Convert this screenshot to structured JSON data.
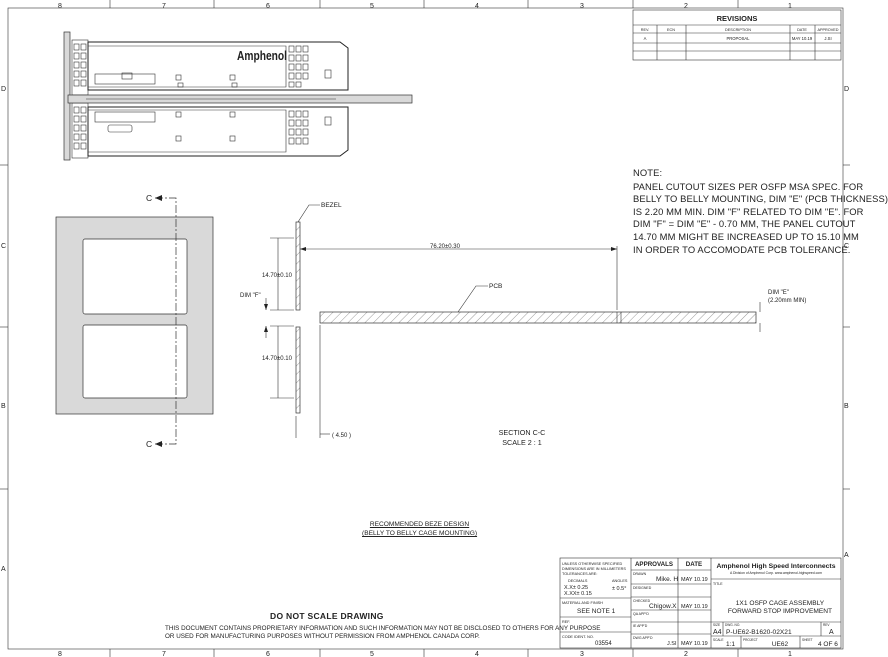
{
  "border": {
    "columns_top": [
      "8",
      "7",
      "6",
      "5",
      "4",
      "3",
      "2",
      "1"
    ],
    "rows_left": [
      "D",
      "C",
      "B",
      "A"
    ]
  },
  "revisions": {
    "title": "REVISIONS",
    "headers": [
      "REV.",
      "ECN",
      "DESCRIPTION",
      "DATE",
      "APPROVED"
    ],
    "rows": [
      [
        "A",
        "",
        "PROPOSAL",
        "MAY 10.19",
        "J.SI"
      ]
    ]
  },
  "logo": "Amphenol",
  "note": {
    "heading": "NOTE:",
    "lines": [
      "PANEL CUTOUT SIZES PER OSFP MSA SPEC. FOR",
      "BELLY TO BELLY MOUNTING, DIM \"E\" (PCB THICKNESS)",
      "IS 2.20 mm MIN. DIM \"F\" RELATED TO DIM \"E\". FOR",
      "DIM \"F\" = DIM \"E\" - 0.70 mm, THE PANEL CUTOUT",
      "14.70 mm MIGHT BE INCREASED UP TO 15.10 mm",
      "IN ORDER TO ACCOMODATE PCB TOLERANCE."
    ]
  },
  "section_view": {
    "label_c": "C",
    "bezel": "BEZEL",
    "pcb": "PCB",
    "dim_length": "76.20±0.30",
    "dim_upper": "14.70±0.10",
    "dim_lower": "14.70±0.10",
    "dim_f": "DIM \"F\"",
    "dim_e_1": "DIM \"E\"",
    "dim_e_2": "(2.20mm MIN)",
    "dim_small": "( 4.50 )",
    "section_title": "SECTION C-C",
    "section_scale": "SCALE 2 : 1"
  },
  "recommended": {
    "line1": "RECOMMENDED BEZE DESIGN",
    "line2": "(BELLY TO BELLY CAGE MOUNTING)"
  },
  "footer": {
    "do_not_scale": "DO NOT SCALE DRAWING",
    "proprietary_1": "THIS DOCUMENT CONTAINS PROPRIETARY INFORMATION AND SUCH INFORMATION MAY NOT BE DISCLOSED TO OTHERS FOR ANY PURPOSE",
    "proprietary_2": "OR USED FOR MANUFACTURING PURPOSES WITHOUT PERMISSION FROM AMPHENOL CANADA CORP."
  },
  "title_block": {
    "tol_1": "UNLESS OTHERWISE SPECIFIED",
    "tol_2": "DIMENSIONS ARE IN MILLIMETERS",
    "tol_3": "TOLERANCES ARE:",
    "decimals": "DECIMALS",
    "angles": "ANGLES",
    "tol_xx": "X.X± 0.25",
    "tol_xxx": "X.XX± 0.15",
    "tol_ang": "± 0.5°",
    "material": "MATERIAL AND FINISH",
    "see_note": "SEE NOTE 1",
    "ref": "REF.",
    "cc_label": "CODE IDENT. NO.",
    "cc_value": "03554",
    "approvals": "APPROVALS",
    "date": "DATE",
    "drawn_l": "DRAWN",
    "drawn_v": "Mike. H",
    "drawn_d": "MAY 10.19",
    "designed_l": "DESIGNED",
    "checked_l": "CHECKED",
    "checked_v": "Chigow.X",
    "checked_d": "MAY 10.19",
    "qa_l": "QA APP'D",
    "ie_l": "IE APP'D",
    "dwg_l": "DWG APP'D",
    "dwg_v": "J.SI",
    "dwg_d": "MAY 10.19",
    "company": "Amphenol High Speed Interconnects",
    "company_sub": "A Division of Amphenol Corp. www.amphenol-highspeed.com",
    "title_l": "TITLE",
    "title_1": "1X1 OSFP CAGE ASSEMBLY",
    "title_2": "FORWARD STOP IMPROVEMENT",
    "size_l": "SIZE",
    "size_v": "A4",
    "dwgno_l": "DWG. NO.",
    "dwgno_v": "P-UE62-B1620-02X21",
    "rev_l": "REV",
    "rev_v": "A",
    "scale_l": "SCALE",
    "scale_v": "1:1",
    "project_l": "PROJECT",
    "project_v": "UE62",
    "sheet_l": "SHEET",
    "sheet_v": "4 OF 6"
  }
}
